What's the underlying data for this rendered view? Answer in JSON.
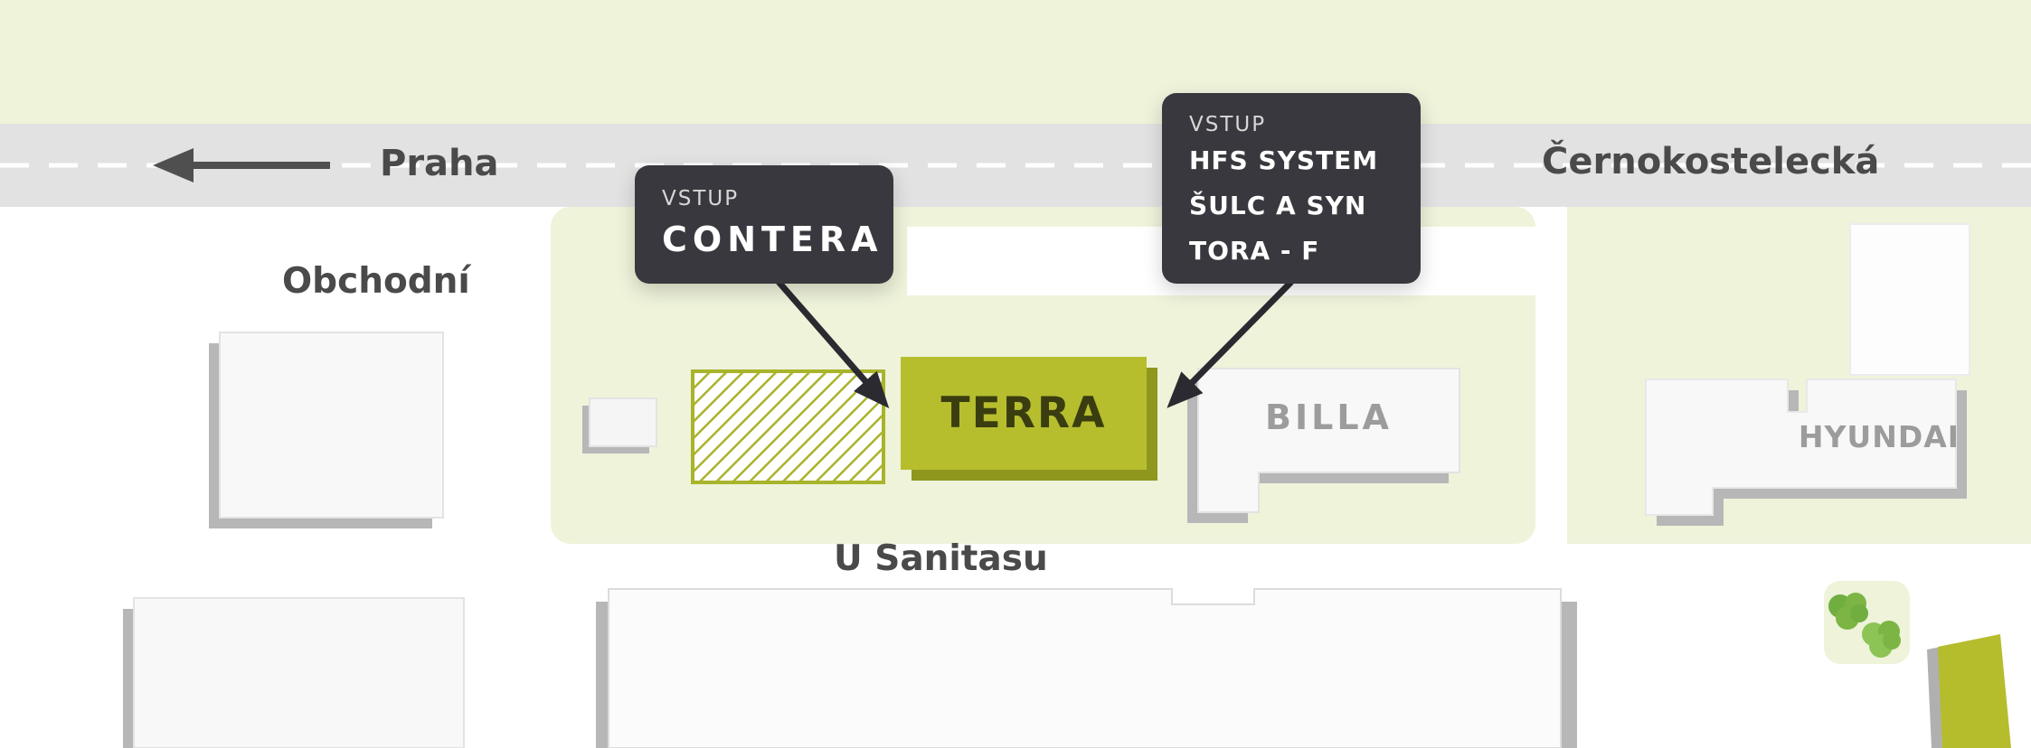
{
  "map": {
    "streets": {
      "praha": "Praha",
      "cernokostelecka": "Černokostelecká",
      "obchodni": "Obchodní",
      "u_sanitasu": "U Sanitasu"
    },
    "buildings": {
      "terra": "TERRA",
      "billa": "BILLA",
      "hyundai": "HYUNDAI"
    },
    "callouts": {
      "contera": {
        "label": "VSTUP",
        "name": "CONTERA"
      },
      "tenants": {
        "label": "VSTUP",
        "lines": [
          "HFS SYSTEM",
          "ŠULC A SYN",
          "TORA - F"
        ]
      }
    },
    "colors": {
      "accent_green": "#b7be2e",
      "accent_green_shadow": "#8f971f",
      "pale_green": "#eef3da",
      "road_gray": "#e2e2e2",
      "panel_dark": "#39383e",
      "building_gray": "#f8f8f8",
      "shadow_gray": "#b7b7b7",
      "street_label_gray": "#4a4a4a",
      "building_label_gray": "#9c9c9c",
      "tree_green": "#7cb544",
      "hatch_olive": "#a9b32b"
    }
  }
}
